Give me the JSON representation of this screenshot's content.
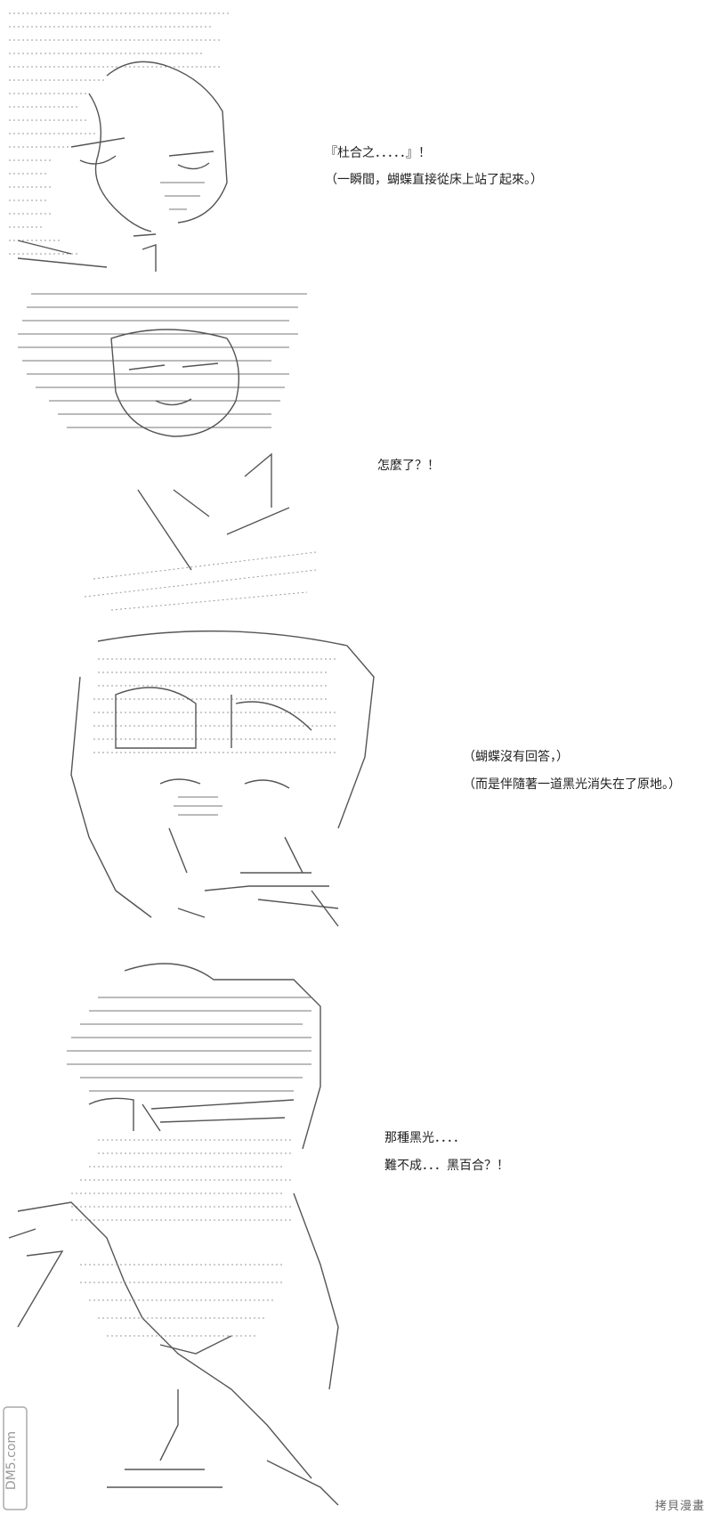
{
  "panels": [
    {
      "id": "panel-1",
      "captions": [
        "『杜合之．．．．．』！",
        "（一瞬間，蝴蝶直接從床上站了起來。）"
      ]
    },
    {
      "id": "panel-2",
      "captions": [
        "怎麼了？！"
      ]
    },
    {
      "id": "panel-3",
      "captions": [
        "（蝴蝶沒有回答，）",
        "（而是伴隨著一道黑光消失在了原地。）"
      ]
    },
    {
      "id": "panel-4",
      "captions": [
        "那種黑光．．．．",
        "難不成．．．黑百合？！"
      ]
    }
  ],
  "watermarks": {
    "left_logo": "DM5.com",
    "right_text": "拷貝漫畫"
  }
}
